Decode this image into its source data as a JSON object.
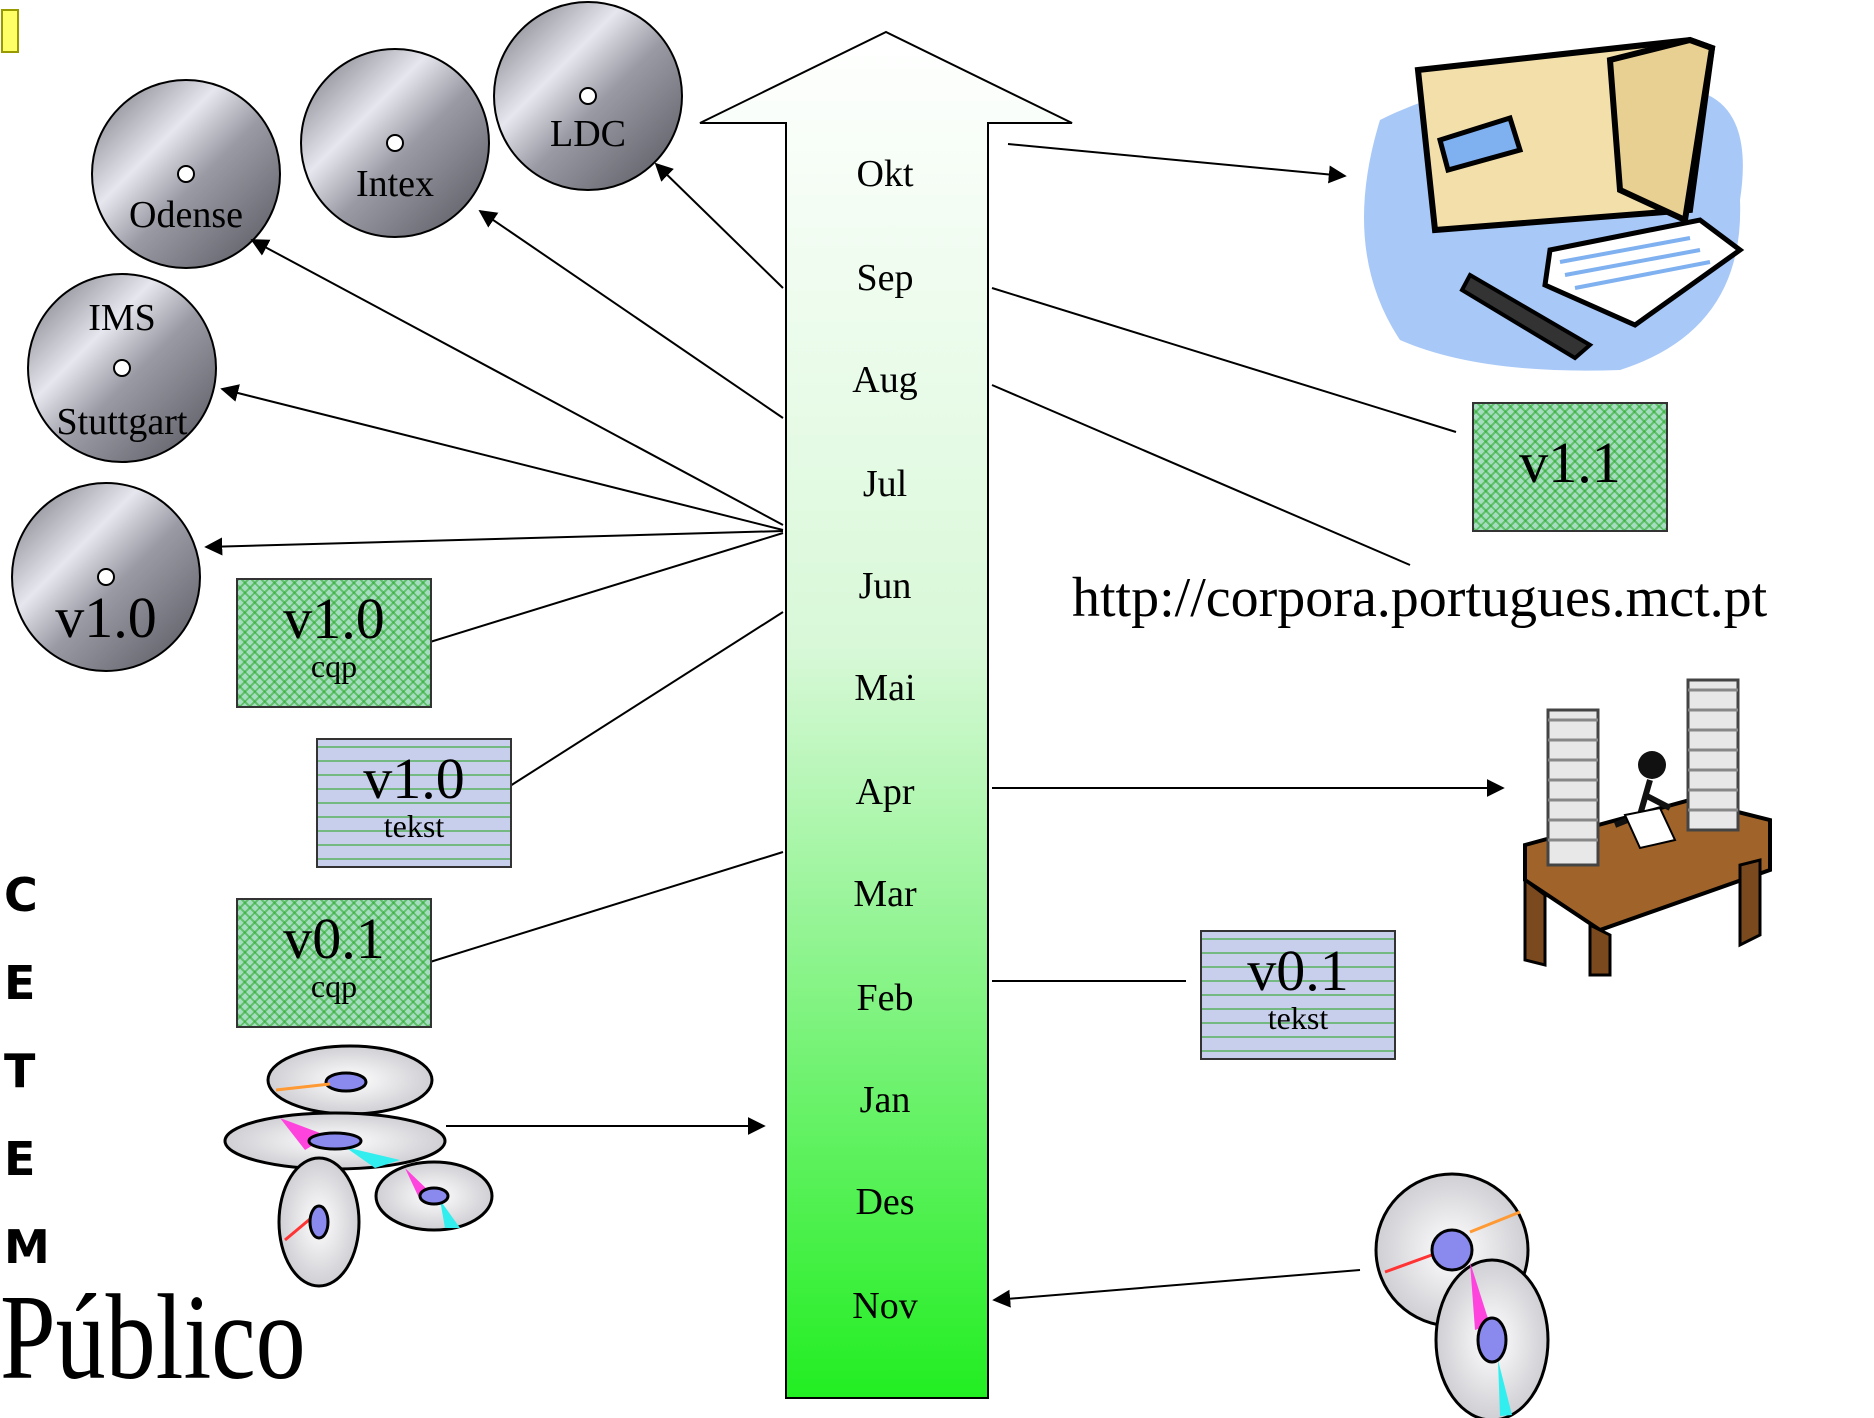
{
  "timeline": {
    "months": [
      "Okt",
      "Sep",
      "Aug",
      "Jul",
      "Jun",
      "Mai",
      "Apr",
      "Mar",
      "Feb",
      "Jan",
      "Des",
      "Nov"
    ]
  },
  "discs": {
    "odense": "Odense",
    "intex": "Intex",
    "ldc": "LDC",
    "ims_top": "IMS",
    "ims_bottom": "Stuttgart",
    "v10": "v1.0"
  },
  "boxes": {
    "v10_cqp": {
      "version": "v1.0",
      "format": "cqp"
    },
    "v10_tekst": {
      "version": "v1.0",
      "format": "tekst"
    },
    "v01_cqp": {
      "version": "v0.1",
      "format": "cqp"
    },
    "v01_tekst": {
      "version": "v0.1",
      "format": "tekst"
    },
    "v11": {
      "version": "v1.1"
    }
  },
  "url": "http://corpora.portugues.mct.pt",
  "brand": {
    "letters": [
      "C",
      "E",
      "T",
      "E",
      "M"
    ],
    "word": "Público"
  },
  "colors": {
    "arrow_top": "#ffffff",
    "arrow_bottom": "#22ee22",
    "disc_grey": "#a0a0a8",
    "box_green": "#a6dcc0",
    "box_blue": "#c8cfec"
  }
}
